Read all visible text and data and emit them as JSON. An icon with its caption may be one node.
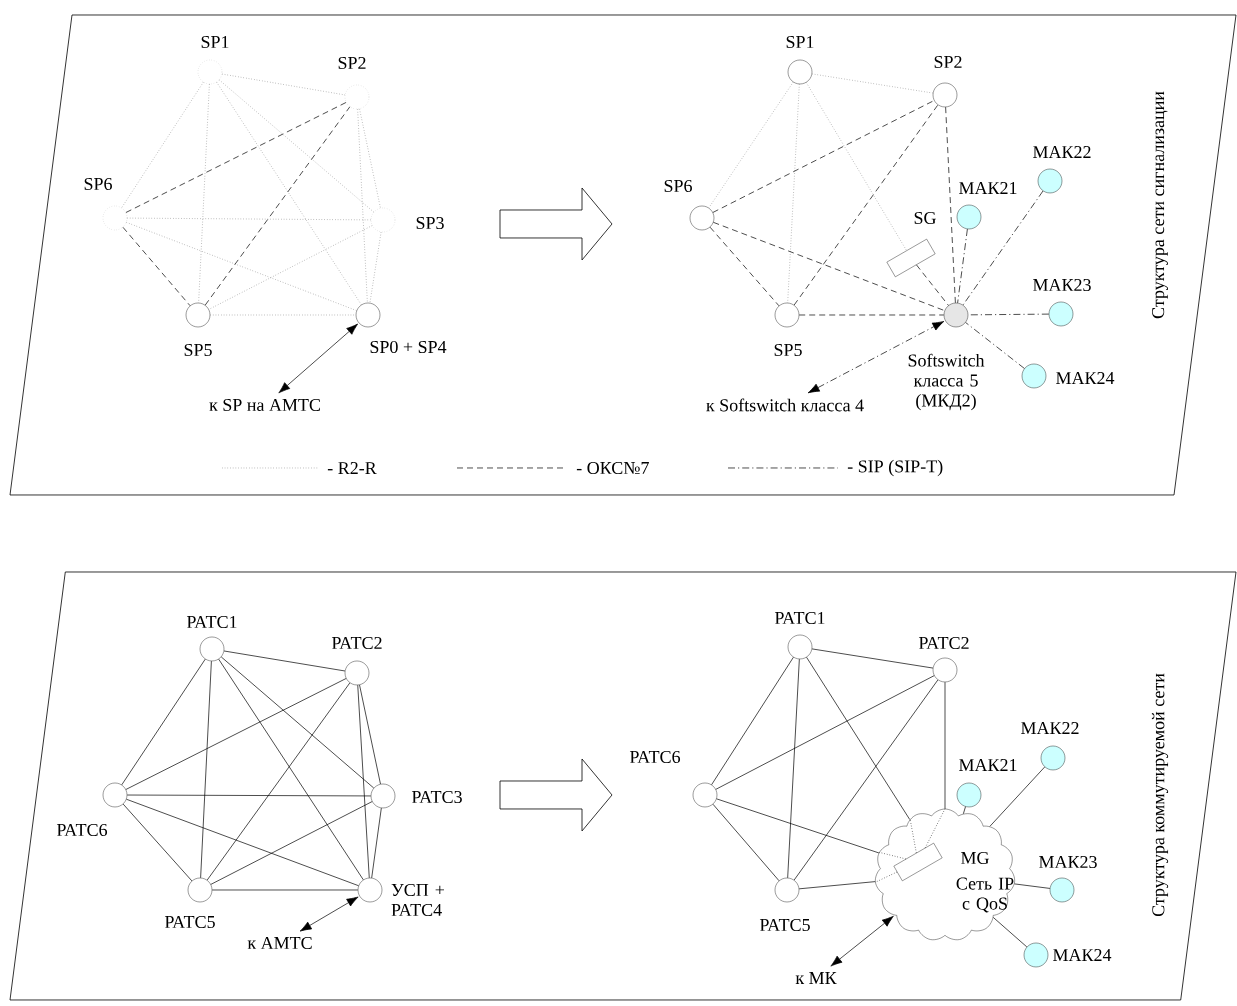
{
  "diagram": {
    "nodes": [
      {
        "text": [
          "SP1"
        ]
      },
      {
        "text": [
          "SP2"
        ]
      },
      {
        "text": [
          "SP3"
        ]
      },
      {
        "text": [
          "SP6"
        ]
      },
      {
        "text": [
          "SP5"
        ]
      },
      {
        "text": [
          "SP0 + SP4"
        ]
      },
      {
        "text": [
          "к SP на АМТС"
        ]
      },
      {
        "text": [
          "SP1"
        ]
      },
      {
        "text": [
          "SP2"
        ]
      },
      {
        "text": [
          "SP6"
        ]
      },
      {
        "text": [
          "SG"
        ]
      },
      {
        "text": [
          "МАК21"
        ]
      },
      {
        "text": [
          "МАК22"
        ]
      },
      {
        "text": [
          "SP5"
        ]
      },
      {
        "text": [
          "Softswitch класса 5 (МКД2)"
        ]
      },
      {
        "text": [
          "МАК23"
        ]
      },
      {
        "text": [
          "МАК24"
        ]
      },
      {
        "text": [
          "к Softswitch класса 4"
        ]
      },
      {
        "text": [
          "РАТС1"
        ]
      },
      {
        "text": [
          "РАТС2"
        ]
      },
      {
        "text": [
          "РАТС6"
        ]
      },
      {
        "text": [
          "РАТС3"
        ]
      },
      {
        "text": [
          "РАТС5"
        ]
      },
      {
        "text": [
          "УСП + РАТС4"
        ]
      },
      {
        "text": [
          "к АМТС"
        ]
      },
      {
        "text": [
          "РАТС1"
        ]
      },
      {
        "text": [
          "РАТС2"
        ]
      },
      {
        "text": [
          "МАК22"
        ]
      },
      {
        "text": [
          "РАТС6"
        ]
      },
      {
        "text": [
          "МАК21"
        ]
      },
      {
        "text": [
          "Сеть IP с QoS"
        ]
      },
      {
        "text": [
          "MG"
        ],
        "in": 30
      },
      {
        "text": [
          "МАК23"
        ]
      },
      {
        "text": [
          "РАТС5"
        ]
      },
      {
        "text": [
          "МАК24"
        ]
      },
      {
        "text": [
          "к МК"
        ]
      }
    ],
    "edges": [
      {
        "from": 0,
        "to": 1,
        "arrow": "none",
        "style": "dashed",
        "color": "#808080"
      },
      {
        "from": 0,
        "to": 2,
        "arrow": "none",
        "style": "dashed",
        "color": "#808080"
      },
      {
        "from": 0,
        "to": 3,
        "arrow": "none",
        "style": "dashed",
        "color": "#808080"
      },
      {
        "from": 0,
        "to": 4,
        "arrow": "none",
        "style": "dashed",
        "color": "#808080"
      },
      {
        "from": 0,
        "to": 5,
        "arrow": "none",
        "style": "dashed",
        "color": "#808080"
      },
      {
        "from": 1,
        "to": 2,
        "arrow": "none",
        "style": "dashed",
        "color": "#808080"
      },
      {
        "from": 1,
        "to": 5,
        "arrow": "none",
        "style": "dashed",
        "color": "#808080"
      },
      {
        "from": 2,
        "to": 3,
        "arrow": "none",
        "style": "dashed",
        "color": "#808080"
      },
      {
        "from": 2,
        "to": 4,
        "arrow": "none",
        "style": "dashed",
        "color": "#808080"
      },
      {
        "from": 2,
        "to": 5,
        "arrow": "none",
        "style": "dashed",
        "color": "#808080"
      },
      {
        "from": 3,
        "to": 5,
        "arrow": "none",
        "style": "dashed",
        "color": "#808080"
      },
      {
        "from": 4,
        "to": 5,
        "arrow": "none",
        "style": "dashed",
        "color": "#808080"
      },
      {
        "from": 3,
        "to": 1,
        "arrow": "none",
        "style": "dashed"
      },
      {
        "from": 4,
        "to": 1,
        "arrow": "none",
        "style": "dashed"
      },
      {
        "from": 3,
        "to": 4,
        "arrow": "none",
        "style": "dashed"
      },
      {
        "from": 6,
        "to": 5,
        "arrow": "both"
      },
      {
        "from": 7,
        "to": 8,
        "arrow": "none",
        "style": "dashed",
        "color": "#808080"
      },
      {
        "from": 7,
        "to": 9,
        "arrow": "none",
        "style": "dashed",
        "color": "#808080"
      },
      {
        "from": 7,
        "to": 13,
        "arrow": "none",
        "style": "dashed",
        "color": "#808080"
      },
      {
        "from": 7,
        "to": 10,
        "arrow": "none",
        "style": "dashed",
        "color": "#808080"
      },
      {
        "from": 9,
        "to": 8,
        "arrow": "none",
        "style": "dashed"
      },
      {
        "from": 13,
        "to": 8,
        "arrow": "none",
        "style": "dashed"
      },
      {
        "from": 9,
        "to": 13,
        "arrow": "none",
        "style": "dashed"
      },
      {
        "from": 9,
        "to": 14,
        "arrow": "none",
        "style": "dashed"
      },
      {
        "from": 13,
        "to": 14,
        "arrow": "none",
        "style": "dashed"
      },
      {
        "from": 8,
        "to": 14,
        "arrow": "none",
        "style": "dashed"
      },
      {
        "from": 10,
        "to": 14,
        "arrow": "none",
        "style": "dashed"
      },
      {
        "from": 11,
        "to": 14,
        "arrow": "none",
        "style": "dashed"
      },
      {
        "from": 12,
        "to": 14,
        "arrow": "none",
        "style": "dashed"
      },
      {
        "from": 15,
        "to": 14,
        "arrow": "none",
        "style": "dashed"
      },
      {
        "from": 16,
        "to": 14,
        "arrow": "none",
        "style": "dashed"
      },
      {
        "from": 17,
        "to": 14,
        "arrow": "both",
        "style": "dashed"
      },
      {
        "from": 18,
        "to": 19,
        "arrow": "none"
      },
      {
        "from": 18,
        "to": 20,
        "arrow": "none"
      },
      {
        "from": 18,
        "to": 21,
        "arrow": "none"
      },
      {
        "from": 18,
        "to": 22,
        "arrow": "none"
      },
      {
        "from": 18,
        "to": 23,
        "arrow": "none"
      },
      {
        "from": 19,
        "to": 20,
        "arrow": "none"
      },
      {
        "from": 19,
        "to": 21,
        "arrow": "none"
      },
      {
        "from": 19,
        "to": 22,
        "arrow": "none"
      },
      {
        "from": 19,
        "to": 23,
        "arrow": "none"
      },
      {
        "from": 20,
        "to": 21,
        "arrow": "none"
      },
      {
        "from": 20,
        "to": 22,
        "arrow": "none"
      },
      {
        "from": 20,
        "to": 23,
        "arrow": "none"
      },
      {
        "from": 21,
        "to": 22,
        "arrow": "none"
      },
      {
        "from": 21,
        "to": 23,
        "arrow": "none"
      },
      {
        "from": 22,
        "to": 23,
        "arrow": "none"
      },
      {
        "from": 24,
        "to": 23,
        "arrow": "both"
      },
      {
        "from": 25,
        "to": 26,
        "arrow": "none"
      },
      {
        "from": 25,
        "to": 28,
        "arrow": "none"
      },
      {
        "from": 25,
        "to": 33,
        "arrow": "none"
      },
      {
        "from": 25,
        "to": 30,
        "arrow": "none"
      },
      {
        "from": 26,
        "to": 28,
        "arrow": "none"
      },
      {
        "from": 26,
        "to": 33,
        "arrow": "none"
      },
      {
        "from": 26,
        "to": 30,
        "arrow": "none"
      },
      {
        "from": 28,
        "to": 33,
        "arrow": "none"
      },
      {
        "from": 28,
        "to": 30,
        "arrow": "none"
      },
      {
        "from": 33,
        "to": 30,
        "arrow": "none"
      },
      {
        "from": 29,
        "to": 30,
        "arrow": "none"
      },
      {
        "from": 27,
        "to": 30,
        "arrow": "none"
      },
      {
        "from": 32,
        "to": 30,
        "arrow": "none"
      },
      {
        "from": 34,
        "to": 30,
        "arrow": "none"
      },
      {
        "from": 35,
        "to": 30,
        "arrow": "both"
      }
    ],
    "labels": [
      "Структура сети сигнализации",
      "Структура коммутируемой сети"
    ],
    "legend": [
      {
        "text": "- R2-R"
      },
      {
        "text": "- ОКС№7"
      },
      {
        "text": "- SIP (SIP-T)"
      }
    ]
  }
}
